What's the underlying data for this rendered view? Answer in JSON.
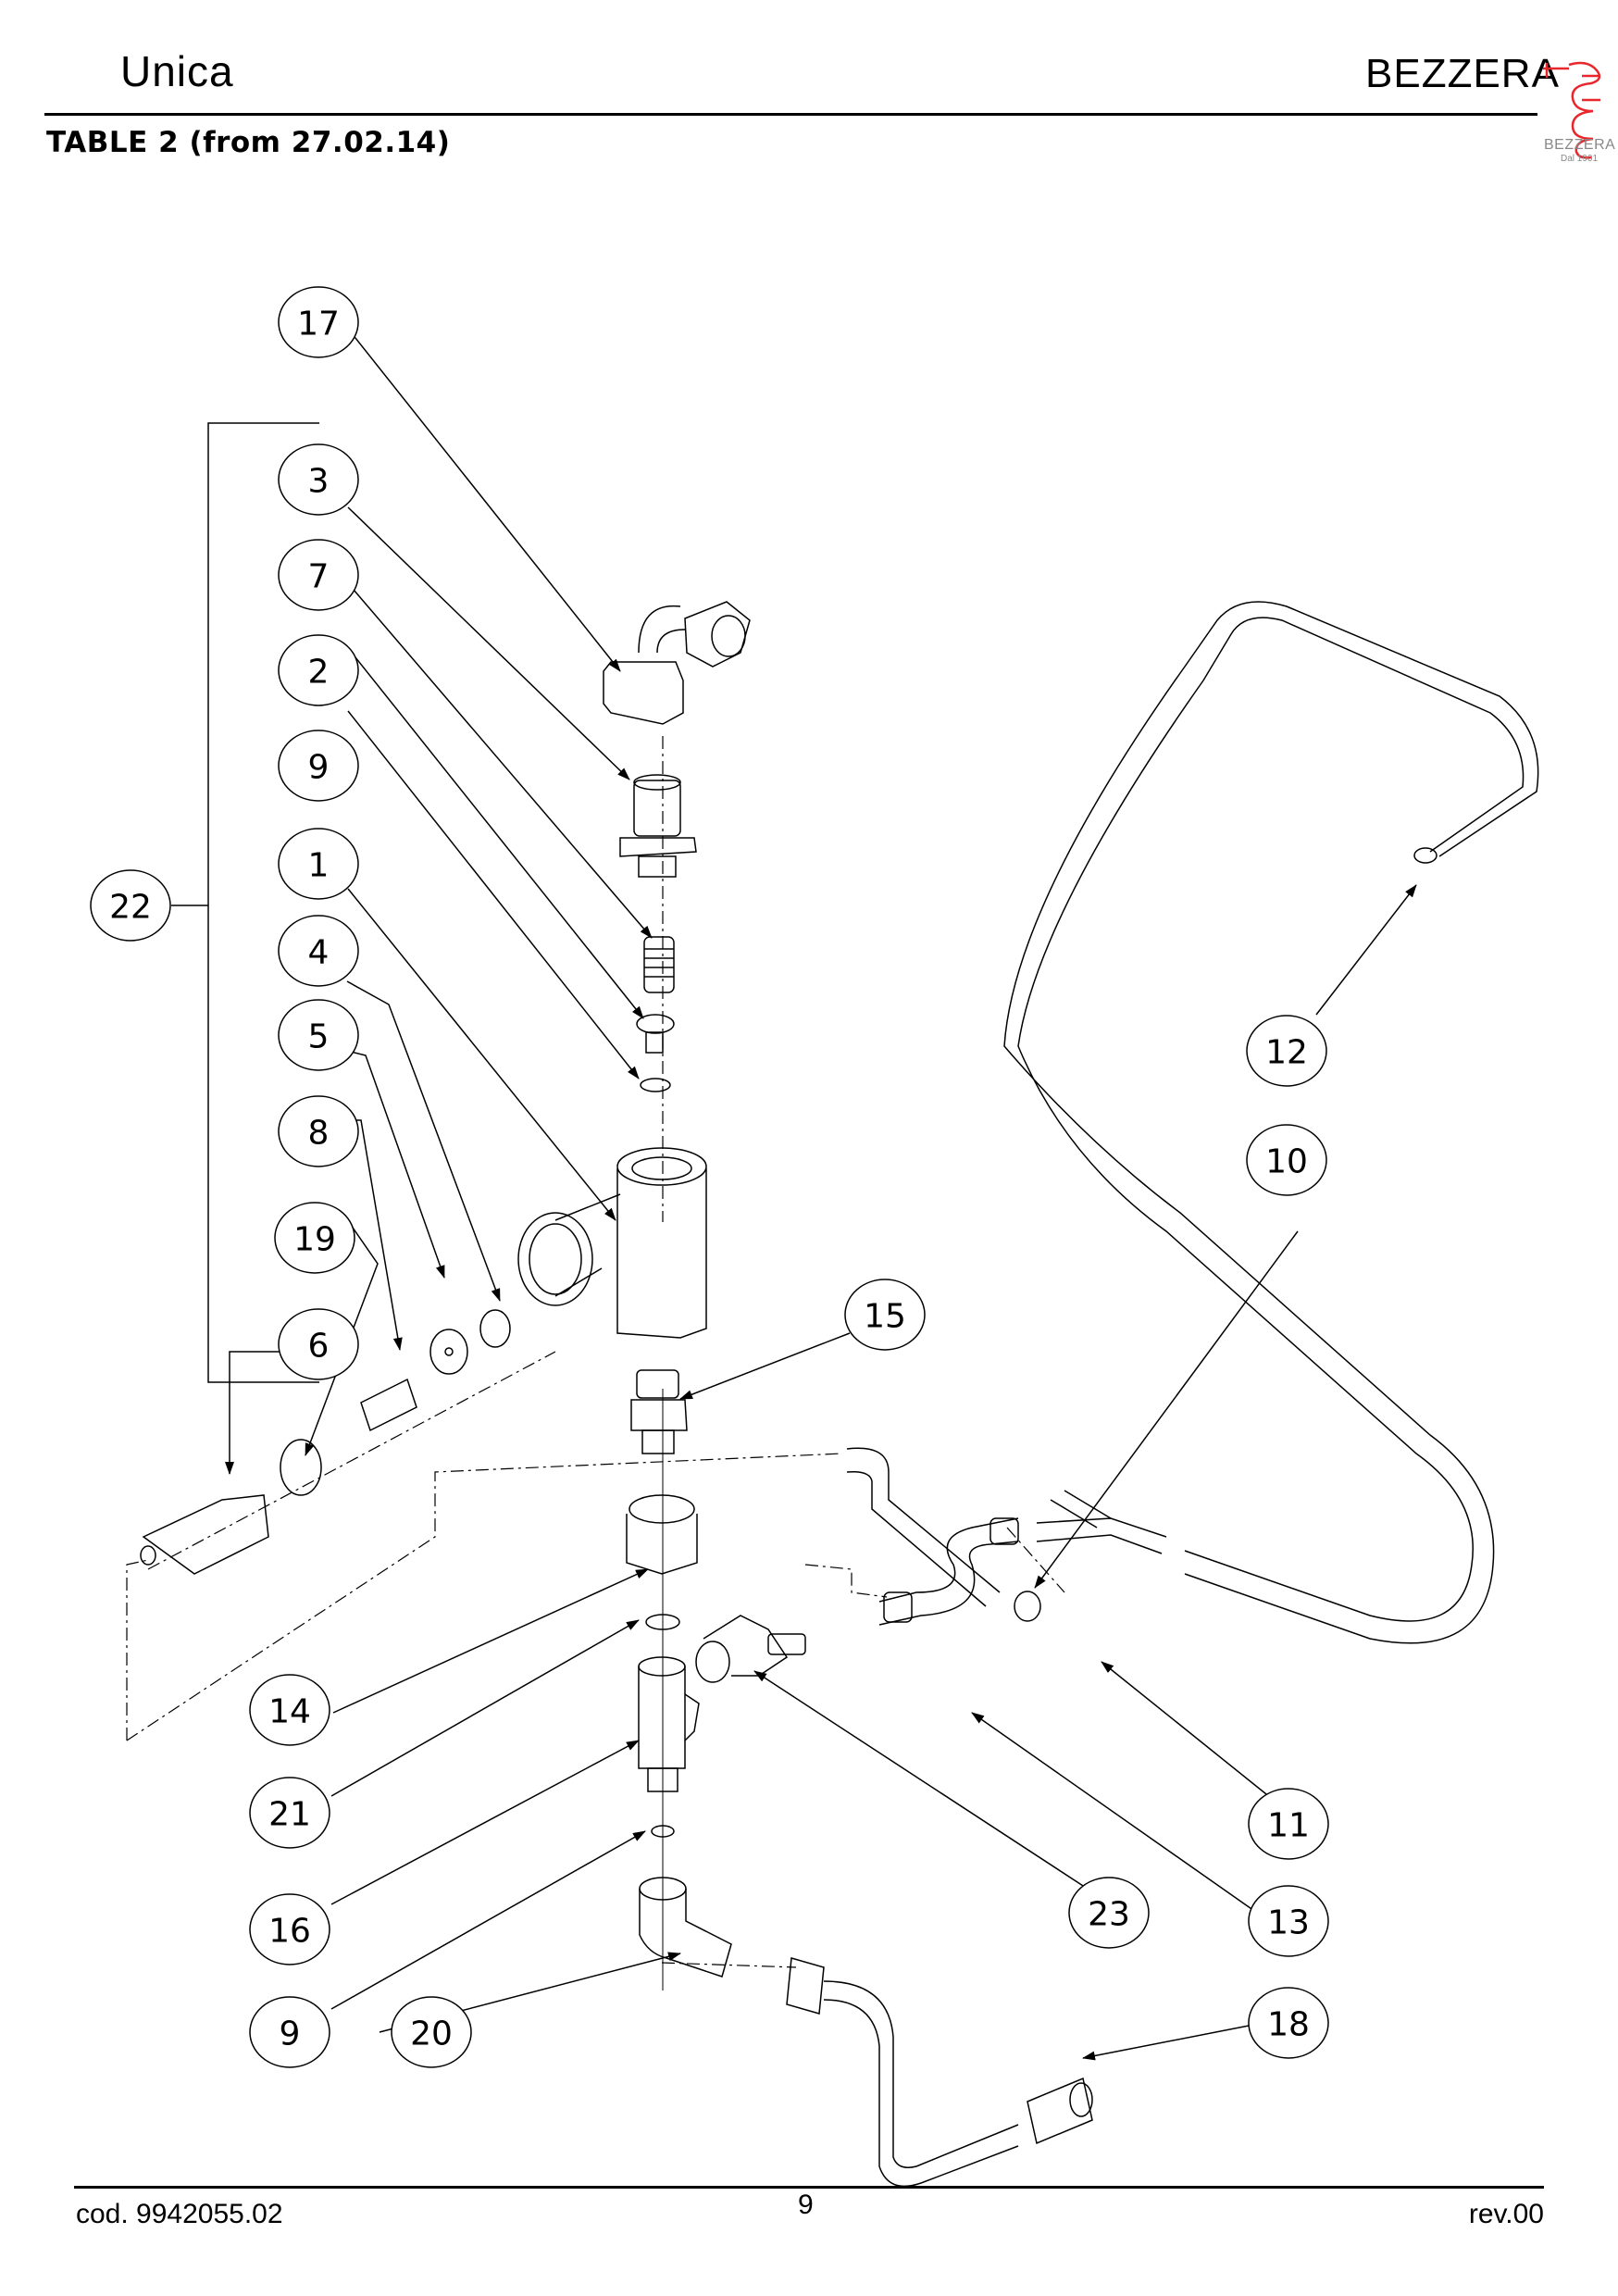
{
  "header": {
    "title": "Unica",
    "brand": "BEZZERA",
    "table_title": "TABLE 2 (from 27.02.14)",
    "logo_text": "BEZZERA",
    "logo_subtext": "Dal 1901",
    "logo_color": "#e8262b"
  },
  "footer": {
    "code": "cod. 9942055.02",
    "page": "9",
    "revision": "rev.00"
  },
  "diagram": {
    "type": "exploded-parts-view",
    "balloons": [
      {
        "id": "b17",
        "label": "17"
      },
      {
        "id": "b3",
        "label": "3"
      },
      {
        "id": "b7",
        "label": "7"
      },
      {
        "id": "b2",
        "label": "2"
      },
      {
        "id": "b9a",
        "label": "9"
      },
      {
        "id": "b1",
        "label": "1"
      },
      {
        "id": "b4",
        "label": "4"
      },
      {
        "id": "b5",
        "label": "5"
      },
      {
        "id": "b8",
        "label": "8"
      },
      {
        "id": "b19",
        "label": "19"
      },
      {
        "id": "b6",
        "label": "6"
      },
      {
        "id": "b22",
        "label": "22"
      },
      {
        "id": "b12",
        "label": "12"
      },
      {
        "id": "b10",
        "label": "10"
      },
      {
        "id": "b15",
        "label": "15"
      },
      {
        "id": "b14",
        "label": "14"
      },
      {
        "id": "b21",
        "label": "21"
      },
      {
        "id": "b16",
        "label": "16"
      },
      {
        "id": "b9b",
        "label": "9"
      },
      {
        "id": "b20",
        "label": "20"
      },
      {
        "id": "b23",
        "label": "23"
      },
      {
        "id": "b11",
        "label": "11"
      },
      {
        "id": "b13",
        "label": "13"
      },
      {
        "id": "b18",
        "label": "18"
      }
    ]
  }
}
